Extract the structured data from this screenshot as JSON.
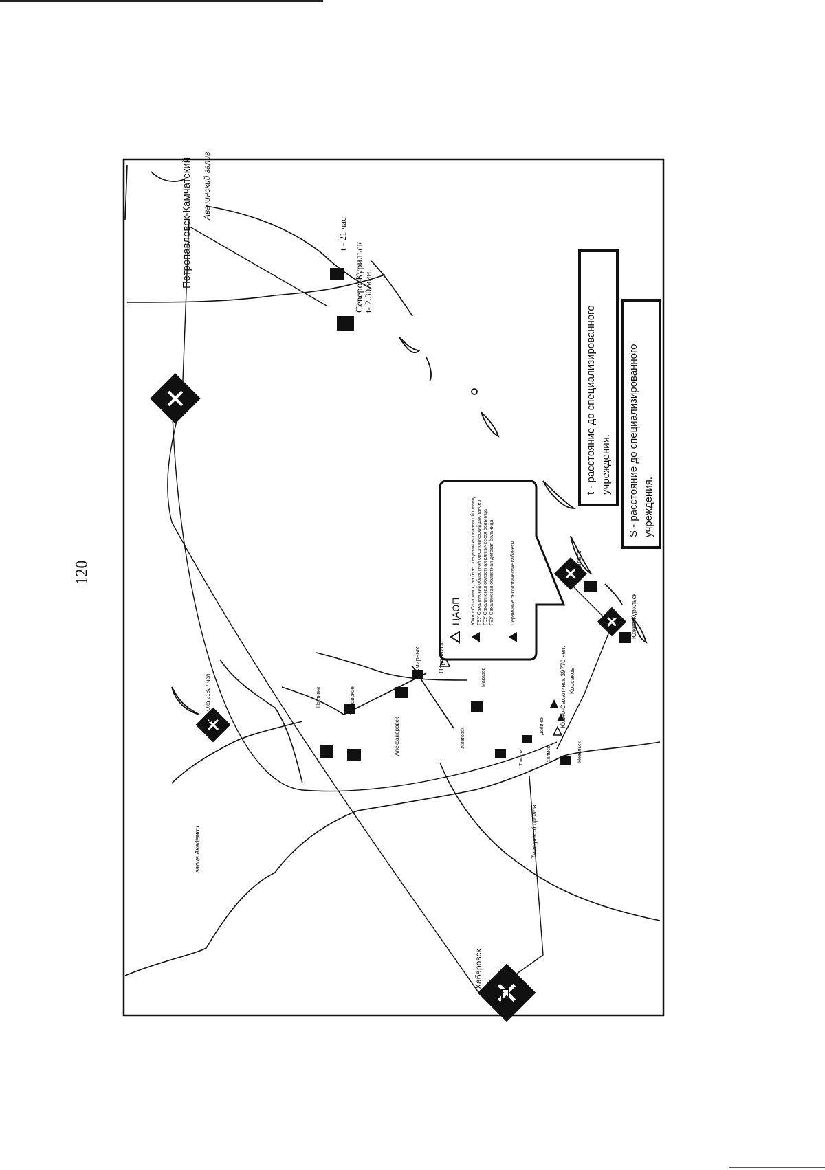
{
  "page": {
    "number": "120"
  },
  "map": {
    "cities": {
      "petropavlovsk": "Петропавловск-Камчатский",
      "avacha_bay": "Авачинский залив",
      "severo_kurilsk": "Северо-Курильск",
      "khabarovsk": "Хабаровск",
      "tatar_strait": "Татарский пролив",
      "kurilsk": "Курильск",
      "yuzhno_kurilsk": "Южно-Курильск",
      "yuzhno_sakhalinsk": "Южно-Сахалинск",
      "korsakov": "Корсаков",
      "smirnykh": "Смирных",
      "tymovskoe": "Тымовское",
      "aleksandrovsk": "Александровск",
      "uglegorsk": "Углегорск",
      "poronaysk": "Поронайск",
      "okha": "Оха",
      "nogliki": "Ногливки",
      "makarov": "Макаров",
      "dolinsk": "Долинск",
      "tomari": "Томари",
      "kholmsk": "Холмск",
      "nevelsk": "Невельск",
      "academy_bay": "залив Академии"
    },
    "severo_kurilsk_info": {
      "distance_time": "t - 21 час.",
      "air_time": "t- 2.30 мин."
    },
    "info_small": {
      "okha_pop": "Оха 21827 чел.",
      "yuzhno_pop": "Южно-Сахалинск 39770 чел."
    },
    "callout": {
      "title": "ЦАОП",
      "item1": "Южно-Сахалинск, на базе специализированных больниц",
      "item2": "ГБУ Сахалинский областной онкологический диспансер",
      "item3": "ГБУ Сахалинская областная клиническая больница",
      "item4": "ГБУ Сахалинская областная детская больница",
      "item5": "Первичные онкологические кабинеты"
    },
    "legend": {
      "t_text": "t - расстояние до специализированного учреждения.",
      "s_text": "S - расстояние до специализированного учреждения."
    }
  }
}
